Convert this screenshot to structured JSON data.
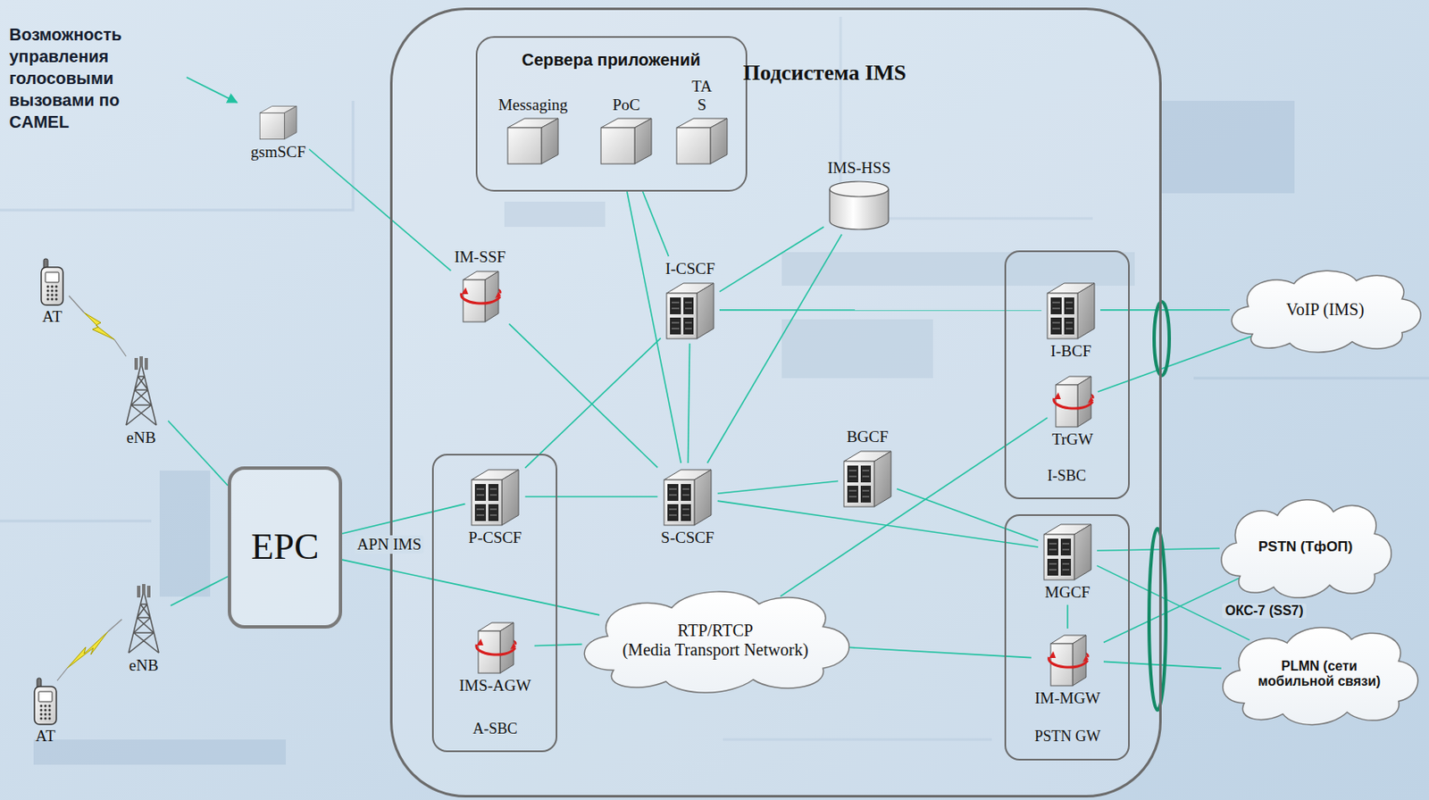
{
  "diagram": {
    "nodes": [
      {
        "text": [
          "Подсистема IMS"
        ]
      },
      {
        "text": [
          "Сервера приложений"
        ],
        "in": 0
      },
      {
        "text": [
          "Messaging"
        ],
        "in": 1
      },
      {
        "text": [
          "PoC"
        ],
        "in": 1
      },
      {
        "text": [
          "TA S"
        ],
        "in": 1
      },
      {
        "text": [
          "gsmSCF"
        ]
      },
      {
        "text": [
          "IMS-HSS"
        ],
        "in": 0
      },
      {
        "text": [
          "IM-SSF"
        ],
        "in": 0
      },
      {
        "text": [
          "I-CSCF"
        ],
        "in": 0
      },
      {
        "text": [
          "I-SBC"
        ],
        "in": 0
      },
      {
        "text": [
          "I-BCF"
        ],
        "in": 9
      },
      {
        "text": [
          "TrGW"
        ],
        "in": 9
      },
      {
        "text": [
          "VoIP (IMS)"
        ]
      },
      {
        "text": [
          "АТ"
        ]
      },
      {
        "text": [
          "eNB"
        ]
      },
      {
        "text": [
          "A-SBC"
        ],
        "in": 0
      },
      {
        "text": [
          "P-CSCF"
        ],
        "in": 15
      },
      {
        "text": [
          "IMS-AGW"
        ],
        "in": 15
      },
      {
        "text": [
          "S-CSCF"
        ],
        "in": 0
      },
      {
        "text": [
          "BGCF"
        ],
        "in": 0
      },
      {
        "text": [
          "EPC"
        ]
      },
      {
        "text": [
          "RTP/RTCP",
          "(Media Transport Network)"
        ],
        "in": 0
      },
      {
        "text": [
          "PSTN GW"
        ],
        "in": 0
      },
      {
        "text": [
          "MGCF"
        ],
        "in": 22
      },
      {
        "text": [
          "IM-MGW"
        ],
        "in": 22
      },
      {
        "text": [
          "PSTN (ТфОП)"
        ]
      },
      {
        "text": [
          "PLMN (сети мобильной связи)"
        ]
      },
      {
        "text": [
          "eNB"
        ]
      },
      {
        "text": [
          "АТ"
        ]
      }
    ],
    "edges": [
      {
        "from": 14,
        "to": 20,
        "arrow": "none"
      },
      {
        "from": 27,
        "to": 20,
        "arrow": "none"
      },
      {
        "from": 20,
        "to": 16,
        "arrow": "none"
      },
      {
        "from": 20,
        "to": 21,
        "arrow": "none"
      },
      {
        "from": 5,
        "to": 7,
        "arrow": "none"
      },
      {
        "from": 7,
        "to": 18,
        "arrow": "none"
      },
      {
        "from": 1,
        "to": 18,
        "arrow": "none"
      },
      {
        "from": 1,
        "to": 8,
        "arrow": "none"
      },
      {
        "from": 8,
        "to": 6,
        "arrow": "none"
      },
      {
        "from": 8,
        "to": 16,
        "arrow": "none"
      },
      {
        "from": 8,
        "to": 18,
        "arrow": "none"
      },
      {
        "from": 8,
        "to": 10,
        "arrow": "none"
      },
      {
        "from": 18,
        "to": 6,
        "arrow": "none"
      },
      {
        "from": 16,
        "to": 18,
        "arrow": "none"
      },
      {
        "from": 18,
        "to": 19,
        "arrow": "none"
      },
      {
        "from": 18,
        "to": 23,
        "arrow": "none"
      },
      {
        "from": 19,
        "to": 23,
        "arrow": "none"
      },
      {
        "from": 11,
        "to": 21,
        "arrow": "none"
      },
      {
        "from": 10,
        "to": 12,
        "arrow": "none"
      },
      {
        "from": 11,
        "to": 12,
        "arrow": "none"
      },
      {
        "from": 23,
        "to": 24,
        "arrow": "none"
      },
      {
        "from": 23,
        "to": 25,
        "arrow": "none"
      },
      {
        "from": 23,
        "to": 26,
        "arrow": "none"
      },
      {
        "from": 24,
        "to": 25,
        "arrow": "none"
      },
      {
        "from": 24,
        "to": 26,
        "arrow": "none"
      },
      {
        "from": 17,
        "to": 21,
        "arrow": "none"
      },
      {
        "from": 21,
        "to": 24,
        "arrow": "none"
      }
    ],
    "labels": [
      "Возможность управления голосовыми вызовами по CAMEL",
      "APN IMS",
      "ОКС-7 (SS7)"
    ]
  }
}
